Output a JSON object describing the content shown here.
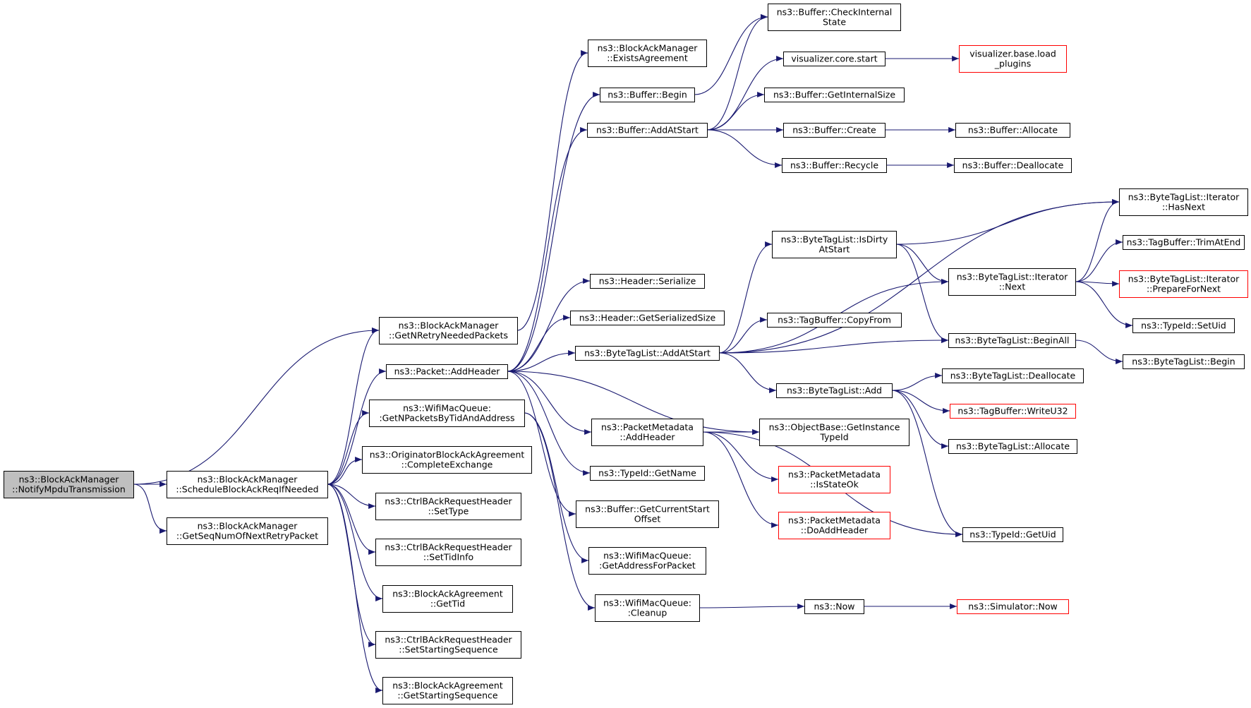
{
  "colors": {
    "edge": "#191970",
    "normal_border": "#000000",
    "truncated_border": "#ff0000",
    "root_fill": "#bfbfbf",
    "node_fill": "#ffffff"
  },
  "nodes": [
    {
      "id": "root",
      "lines": [
        "ns3::BlockAckManager",
        "::NotifyMpduTransmission"
      ],
      "style": "root"
    },
    {
      "id": "schedule",
      "lines": [
        "ns3::BlockAckManager",
        "::ScheduleBlockAckReqIfNeeded"
      ],
      "style": "normal"
    },
    {
      "id": "getseqnum",
      "lines": [
        "ns3::BlockAckManager",
        "::GetSeqNumOfNextRetryPacket"
      ],
      "style": "normal"
    },
    {
      "id": "getnretry",
      "lines": [
        "ns3::BlockAckManager",
        "::GetNRetryNeededPackets"
      ],
      "style": "normal"
    },
    {
      "id": "packet_addheader",
      "lines": [
        "ns3::Packet::AddHeader"
      ],
      "style": "normal"
    },
    {
      "id": "getnpackets",
      "lines": [
        "ns3::WifiMacQueue:",
        ":GetNPacketsByTidAndAddress"
      ],
      "style": "normal"
    },
    {
      "id": "completeexchange",
      "lines": [
        "ns3::OriginatorBlockAckAgreement",
        "::CompleteExchange"
      ],
      "style": "normal"
    },
    {
      "id": "settype",
      "lines": [
        "ns3::CtrlBAckRequestHeader",
        "::SetType"
      ],
      "style": "normal"
    },
    {
      "id": "settidinfo",
      "lines": [
        "ns3::CtrlBAckRequestHeader",
        "::SetTidInfo"
      ],
      "style": "normal"
    },
    {
      "id": "gettid",
      "lines": [
        "ns3::BlockAckAgreement",
        "::GetTid"
      ],
      "style": "normal"
    },
    {
      "id": "setstartingseq",
      "lines": [
        "ns3::CtrlBAckRequestHeader",
        "::SetStartingSequence"
      ],
      "style": "normal"
    },
    {
      "id": "getstartingseq",
      "lines": [
        "ns3::BlockAckAgreement",
        "::GetStartingSequence"
      ],
      "style": "normal"
    },
    {
      "id": "existsagreement",
      "lines": [
        "ns3::BlockAckManager",
        "::ExistsAgreement"
      ],
      "style": "normal"
    },
    {
      "id": "buffer_begin",
      "lines": [
        "ns3::Buffer::Begin"
      ],
      "style": "normal"
    },
    {
      "id": "buffer_addatstart",
      "lines": [
        "ns3::Buffer::AddAtStart"
      ],
      "style": "normal"
    },
    {
      "id": "header_serialize",
      "lines": [
        "ns3::Header::Serialize"
      ],
      "style": "normal"
    },
    {
      "id": "header_getsize",
      "lines": [
        "ns3::Header::GetSerializedSize"
      ],
      "style": "normal"
    },
    {
      "id": "btl_addatstart",
      "lines": [
        "ns3::ByteTagList::AddAtStart"
      ],
      "style": "normal"
    },
    {
      "id": "pm_addheader",
      "lines": [
        "ns3::PacketMetadata",
        "::AddHeader"
      ],
      "style": "normal"
    },
    {
      "id": "typeid_getname",
      "lines": [
        "ns3::TypeId::GetName"
      ],
      "style": "normal"
    },
    {
      "id": "buffer_getcurrentstart",
      "lines": [
        "ns3::Buffer::GetCurrentStart",
        "Offset"
      ],
      "style": "normal"
    },
    {
      "id": "getaddressforpacket",
      "lines": [
        "ns3::WifiMacQueue:",
        ":GetAddressForPacket"
      ],
      "style": "normal"
    },
    {
      "id": "cleanup",
      "lines": [
        "ns3::WifiMacQueue:",
        ":Cleanup"
      ],
      "style": "normal"
    },
    {
      "id": "checkinternal",
      "lines": [
        "ns3::Buffer::CheckInternal",
        "State"
      ],
      "style": "normal"
    },
    {
      "id": "viz_core_start",
      "lines": [
        "visualizer.core.start"
      ],
      "style": "normal"
    },
    {
      "id": "buffer_getinternalsize",
      "lines": [
        "ns3::Buffer::GetInternalSize"
      ],
      "style": "normal"
    },
    {
      "id": "buffer_create",
      "lines": [
        "ns3::Buffer::Create"
      ],
      "style": "normal"
    },
    {
      "id": "buffer_recycle",
      "lines": [
        "ns3::Buffer::Recycle"
      ],
      "style": "normal"
    },
    {
      "id": "btl_isdirty",
      "lines": [
        "ns3::ByteTagList::IsDirty",
        "AtStart"
      ],
      "style": "normal"
    },
    {
      "id": "tagbuffer_copyfrom",
      "lines": [
        "ns3::TagBuffer::CopyFrom"
      ],
      "style": "normal"
    },
    {
      "id": "btl_add",
      "lines": [
        "ns3::ByteTagList::Add"
      ],
      "style": "normal"
    },
    {
      "id": "objectbase_getinstance",
      "lines": [
        "ns3::ObjectBase::GetInstance",
        "TypeId"
      ],
      "style": "normal"
    },
    {
      "id": "pm_isstateok",
      "lines": [
        "ns3::PacketMetadata",
        "::IsStateOk"
      ],
      "style": "truncated"
    },
    {
      "id": "pm_doaddheader",
      "lines": [
        "ns3::PacketMetadata",
        "::DoAddHeader"
      ],
      "style": "truncated"
    },
    {
      "id": "ns3_now",
      "lines": [
        "ns3::Now"
      ],
      "style": "normal"
    },
    {
      "id": "viz_base_load",
      "lines": [
        "visualizer.base.load",
        "_plugins"
      ],
      "style": "truncated"
    },
    {
      "id": "buffer_allocate",
      "lines": [
        "ns3::Buffer::Allocate"
      ],
      "style": "normal"
    },
    {
      "id": "buffer_deallocate",
      "lines": [
        "ns3::Buffer::Deallocate"
      ],
      "style": "normal"
    },
    {
      "id": "btl_iter_next",
      "lines": [
        "ns3::ByteTagList::Iterator",
        "::Next"
      ],
      "style": "normal"
    },
    {
      "id": "btl_beginall",
      "lines": [
        "ns3::ByteTagList::BeginAll"
      ],
      "style": "normal"
    },
    {
      "id": "btl_deallocate",
      "lines": [
        "ns3::ByteTagList::Deallocate"
      ],
      "style": "normal"
    },
    {
      "id": "tagbuffer_writeu32",
      "lines": [
        "ns3::TagBuffer::WriteU32"
      ],
      "style": "truncated"
    },
    {
      "id": "btl_allocate",
      "lines": [
        "ns3::ByteTagList::Allocate"
      ],
      "style": "normal"
    },
    {
      "id": "typeid_getuid",
      "lines": [
        "ns3::TypeId::GetUid"
      ],
      "style": "normal"
    },
    {
      "id": "simulator_now",
      "lines": [
        "ns3::Simulator::Now"
      ],
      "style": "truncated"
    },
    {
      "id": "btl_iter_hasnext",
      "lines": [
        "ns3::ByteTagList::Iterator",
        "::HasNext"
      ],
      "style": "normal"
    },
    {
      "id": "tagbuffer_trimatend",
      "lines": [
        "ns3::TagBuffer::TrimAtEnd"
      ],
      "style": "normal"
    },
    {
      "id": "btl_iter_prepare",
      "lines": [
        "ns3::ByteTagList::Iterator",
        "::PrepareForNext"
      ],
      "style": "truncated"
    },
    {
      "id": "typeid_setuid",
      "lines": [
        "ns3::TypeId::SetUid"
      ],
      "style": "normal"
    },
    {
      "id": "btl_begin",
      "lines": [
        "ns3::ByteTagList::Begin"
      ],
      "style": "normal"
    }
  ],
  "edges": [
    [
      "root",
      "getnretry"
    ],
    [
      "root",
      "schedule"
    ],
    [
      "root",
      "getseqnum"
    ],
    [
      "schedule",
      "getnretry"
    ],
    [
      "schedule",
      "packet_addheader"
    ],
    [
      "schedule",
      "getnpackets"
    ],
    [
      "schedule",
      "completeexchange"
    ],
    [
      "schedule",
      "settype"
    ],
    [
      "schedule",
      "settidinfo"
    ],
    [
      "schedule",
      "gettid"
    ],
    [
      "schedule",
      "setstartingseq"
    ],
    [
      "schedule",
      "getstartingseq"
    ],
    [
      "getnretry",
      "existsagreement"
    ],
    [
      "packet_addheader",
      "buffer_begin"
    ],
    [
      "packet_addheader",
      "buffer_addatstart"
    ],
    [
      "packet_addheader",
      "header_serialize"
    ],
    [
      "packet_addheader",
      "header_getsize"
    ],
    [
      "packet_addheader",
      "btl_addatstart"
    ],
    [
      "packet_addheader",
      "pm_addheader"
    ],
    [
      "packet_addheader",
      "objectbase_getinstance"
    ],
    [
      "packet_addheader",
      "typeid_getname"
    ],
    [
      "packet_addheader",
      "buffer_getcurrentstart"
    ],
    [
      "getnpackets",
      "getaddressforpacket"
    ],
    [
      "getnpackets",
      "cleanup"
    ],
    [
      "buffer_begin",
      "checkinternal"
    ],
    [
      "buffer_addatstart",
      "checkinternal"
    ],
    [
      "buffer_addatstart",
      "viz_core_start"
    ],
    [
      "buffer_addatstart",
      "buffer_getinternalsize"
    ],
    [
      "buffer_addatstart",
      "buffer_create"
    ],
    [
      "buffer_addatstart",
      "buffer_recycle"
    ],
    [
      "viz_core_start",
      "viz_base_load"
    ],
    [
      "buffer_create",
      "buffer_allocate"
    ],
    [
      "buffer_recycle",
      "buffer_deallocate"
    ],
    [
      "btl_addatstart",
      "btl_iter_hasnext"
    ],
    [
      "btl_addatstart",
      "btl_isdirty"
    ],
    [
      "btl_addatstart",
      "btl_iter_next"
    ],
    [
      "btl_addatstart",
      "tagbuffer_copyfrom"
    ],
    [
      "btl_addatstart",
      "btl_beginall"
    ],
    [
      "btl_addatstart",
      "btl_add"
    ],
    [
      "btl_isdirty",
      "btl_iter_hasnext"
    ],
    [
      "btl_isdirty",
      "btl_iter_next"
    ],
    [
      "btl_isdirty",
      "btl_beginall"
    ],
    [
      "btl_iter_next",
      "btl_iter_hasnext"
    ],
    [
      "btl_iter_next",
      "tagbuffer_trimatend"
    ],
    [
      "btl_iter_next",
      "btl_iter_prepare"
    ],
    [
      "btl_iter_next",
      "typeid_setuid"
    ],
    [
      "btl_beginall",
      "btl_begin"
    ],
    [
      "btl_add",
      "btl_deallocate"
    ],
    [
      "btl_add",
      "tagbuffer_writeu32"
    ],
    [
      "btl_add",
      "btl_allocate"
    ],
    [
      "btl_add",
      "typeid_getuid"
    ],
    [
      "pm_addheader",
      "objectbase_getinstance"
    ],
    [
      "pm_addheader",
      "pm_isstateok"
    ],
    [
      "pm_addheader",
      "pm_doaddheader"
    ],
    [
      "pm_addheader",
      "typeid_getuid"
    ],
    [
      "cleanup",
      "ns3_now"
    ],
    [
      "ns3_now",
      "simulator_now"
    ]
  ]
}
